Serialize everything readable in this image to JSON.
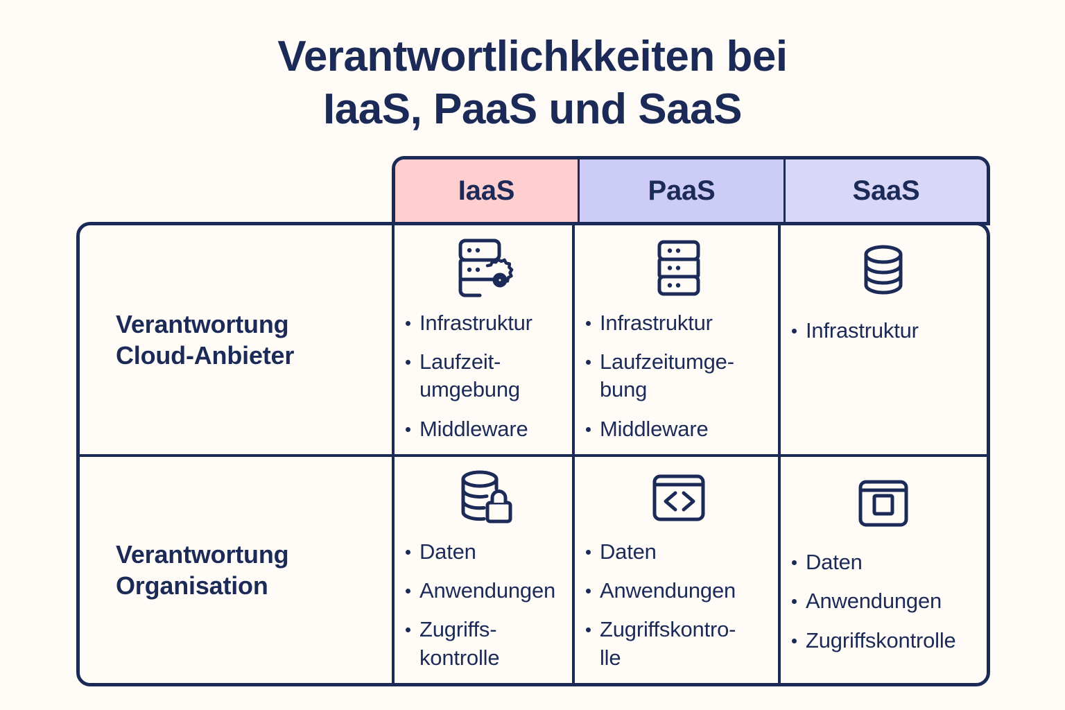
{
  "title": "Verantwortlichkkeiten bei\nIaaS, PaaS und SaaS",
  "colors": {
    "background": "#fffcf8",
    "navy": "#1b2a57",
    "iaas_header": "#ffcfcf",
    "paas_header": "#ccccf7",
    "saas_header": "#d8d7f7"
  },
  "columns": [
    {
      "key": "iaas",
      "label": "IaaS",
      "header_color": "#ffcfcf"
    },
    {
      "key": "paas",
      "label": "PaaS",
      "header_color": "#ccccf7"
    },
    {
      "key": "saas",
      "label": "SaaS",
      "header_color": "#d8d7f7"
    }
  ],
  "rows": [
    {
      "key": "provider",
      "label": "Verantwortung\nCloud-Anbieter",
      "cells": [
        {
          "column": "iaas",
          "icon": "server-rack-gear-icon",
          "items": [
            "Infrastruktur",
            "Laufzeit-\numgebung",
            "Middleware"
          ]
        },
        {
          "column": "paas",
          "icon": "server-rack-icon",
          "items": [
            "Infrastruktur",
            "Laufzeitumge-\nbung",
            "Middleware"
          ]
        },
        {
          "column": "saas",
          "icon": "database-icon",
          "items": [
            "Infrastruktur"
          ]
        }
      ]
    },
    {
      "key": "organisation",
      "label": "Verantwortung\nOrganisation",
      "cells": [
        {
          "column": "iaas",
          "icon": "database-lock-icon",
          "items": [
            "Daten",
            "Anwendungen",
            "Zugriffs-\nkontrolle"
          ]
        },
        {
          "column": "paas",
          "icon": "code-window-icon",
          "items": [
            "Daten",
            "Anwendungen",
            "Zugriffskontro-\nlle"
          ]
        },
        {
          "column": "saas",
          "icon": "app-window-icon",
          "items": [
            "Daten",
            "Anwendungen",
            "Zugriffskontrolle"
          ]
        }
      ]
    }
  ]
}
